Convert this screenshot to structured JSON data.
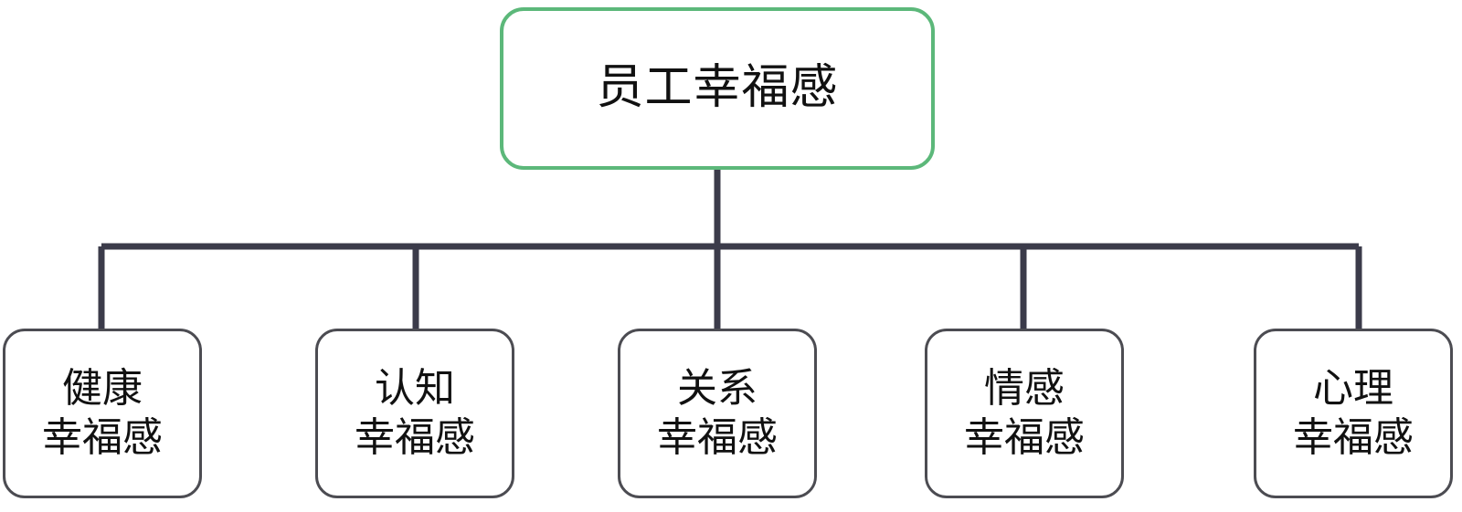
{
  "diagram": {
    "type": "hierarchy-tree",
    "orientation": "top-down",
    "root": {
      "label": "员工幸福感",
      "border_color": "#5cb87a",
      "fill_color": "#ffffff"
    },
    "connector": {
      "color": "#3b3b4a",
      "style": "orthogonal-elbow"
    },
    "children": [
      {
        "label": "健康\n幸福感",
        "border_color": "#4c4c52",
        "fill_color": "#ffffff"
      },
      {
        "label": "认知\n幸福感",
        "border_color": "#4c4c52",
        "fill_color": "#ffffff"
      },
      {
        "label": "关系\n幸福感",
        "border_color": "#4c4c52",
        "fill_color": "#ffffff"
      },
      {
        "label": "情感\n幸福感",
        "border_color": "#4c4c52",
        "fill_color": "#ffffff"
      },
      {
        "label": "心理\n幸福感",
        "border_color": "#4c4c52",
        "fill_color": "#ffffff"
      }
    ]
  }
}
